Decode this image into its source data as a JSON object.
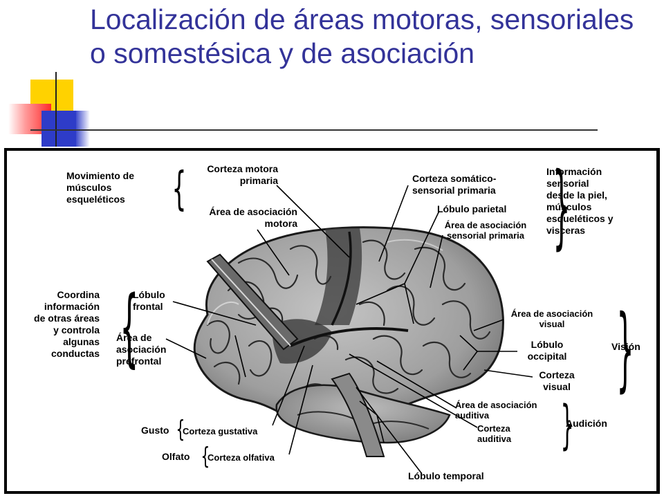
{
  "slide": {
    "title": "Localización de áreas motoras, sensoriales o somestésica y de asociación"
  },
  "diagram": {
    "labels": {
      "movimiento": "Movimiento de\nmúsculos\nesqueléticos",
      "corteza_motora": "Corteza motora\nprimaria",
      "area_asoc_motora": "Área de asociación\nmotora",
      "corteza_somatico": "Corteza somático-\nsensorial primaria",
      "informacion": "Información\nsensorial\ndesde la piel,\nmúsculos\nesqueléticos y\nvisceras",
      "lobulo_parietal": "Lóbulo parietal",
      "area_asoc_sensorial": "Área de asociación\nsensorial primaria",
      "coordina": "Coordina\ninformación\nde otras áreas\ny controla\nalgunas\nconductas",
      "lobulo_frontal": "Lóbulo\nfrontal",
      "area_prefrontal": "Área de\nasociación\nprefrontal",
      "area_asoc_visual": "Área de asociación\nvisual",
      "lobulo_occipital": "Lóbulo\noccipital",
      "corteza_visual": "Corteza\nvisual",
      "vision": "Visión",
      "area_asoc_auditiva": "Área de asociación\nauditiva",
      "corteza_auditiva": "Corteza\nauditiva",
      "audicion": "Audición",
      "gusto": "Gusto",
      "corteza_gustativa": "Corteza gustativa",
      "olfato": "Olfato",
      "corteza_olfativa": "Corteza olfativa",
      "lobulo_temporal": "Lóbulo temporal"
    }
  }
}
